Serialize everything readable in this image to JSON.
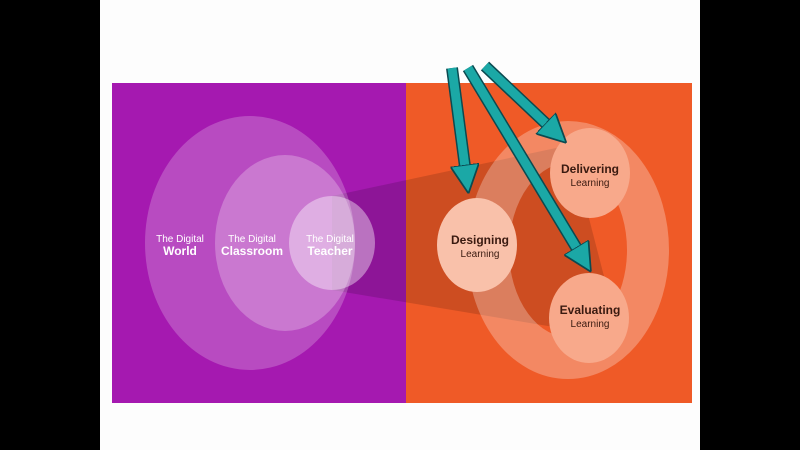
{
  "colors": {
    "background": "#000000",
    "slide": "#fdfdfd",
    "purple_panel": "#a519b0",
    "orange_panel": "#ef5a27",
    "arrow": "#1ba8a6",
    "arrow_stroke": "#0b4a50"
  },
  "left_panel": {
    "world": {
      "line1": "The Digital",
      "line2": "World"
    },
    "classroom": {
      "line1": "The Digital",
      "line2": "Classroom"
    },
    "teacher": {
      "line1": "The Digital",
      "line2": "Teacher"
    }
  },
  "right_panel": {
    "designing": {
      "line1": "Designing",
      "line2": "Learning"
    },
    "delivering": {
      "line1": "Delivering",
      "line2": "Learning"
    },
    "evaluating": {
      "line1": "Evaluating",
      "line2": "Learning"
    }
  },
  "arrows": [
    "arrow-to-designing",
    "arrow-to-delivering",
    "arrow-to-evaluating"
  ]
}
